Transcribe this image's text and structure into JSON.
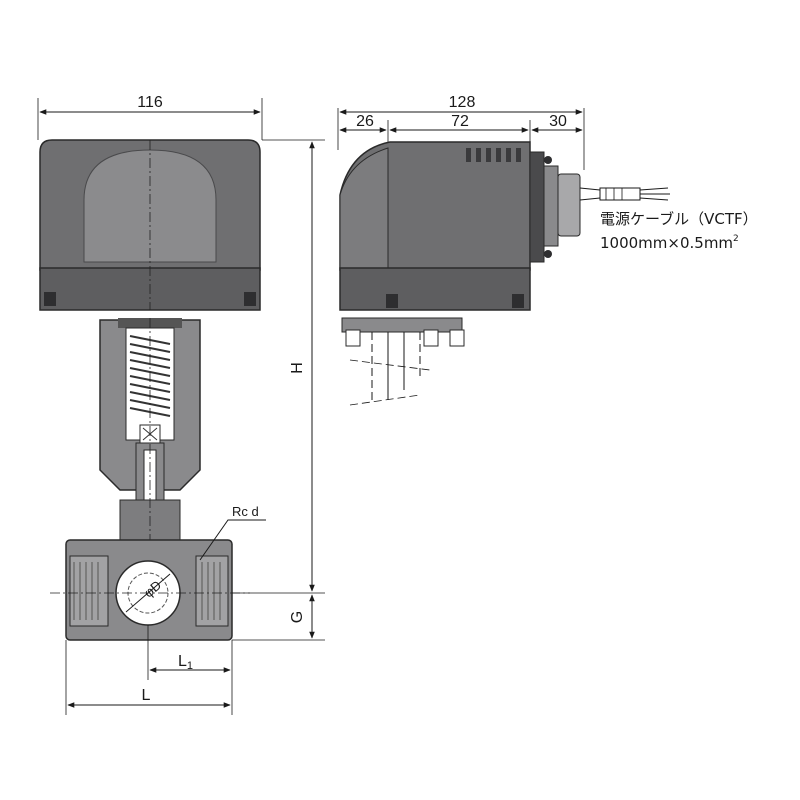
{
  "dimensions": {
    "front_width": "116",
    "side_total": "128",
    "side_left": "26",
    "side_mid": "72",
    "side_right": "30",
    "height": "H",
    "g": "G",
    "l": "L",
    "l1": "L",
    "l1_sub": "1",
    "port": "Rc d",
    "ball": "φD"
  },
  "cable": {
    "name": "電源ケーブル（VCTF）",
    "spec": "1000mm×0.5mm",
    "spec_sup": "2"
  },
  "colors": {
    "actuator_fill": "#6f6f71",
    "body_fill": "#8a8a8c",
    "dark": "#3c3c3e",
    "line": "#1a1a1a"
  }
}
